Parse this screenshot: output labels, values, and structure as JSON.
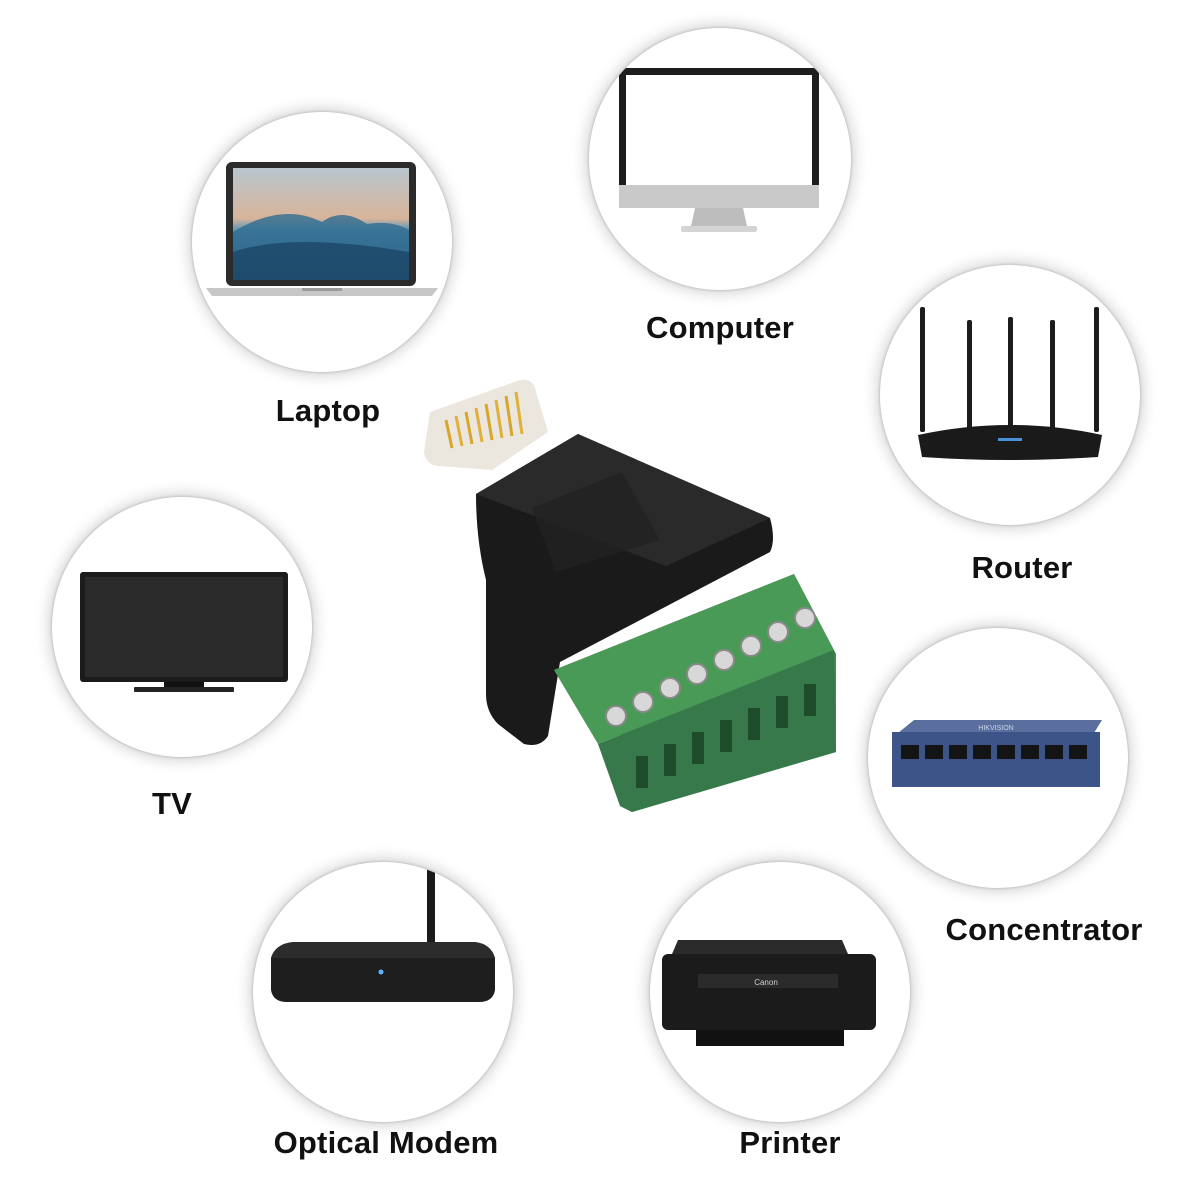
{
  "devices": {
    "laptop": "Laptop",
    "computer": "Computer",
    "router": "Router",
    "tv": "TV",
    "concentrator": "Concentrator",
    "optical_modem": "Optical Modem",
    "printer": "Printer"
  },
  "printer_brand": "Canon",
  "switch_brand": "HIKVISION",
  "colors": {
    "connector_green": "#3f8a4c",
    "adapter_body": "#1a1a1a",
    "switch_blue": "#3d5488"
  }
}
